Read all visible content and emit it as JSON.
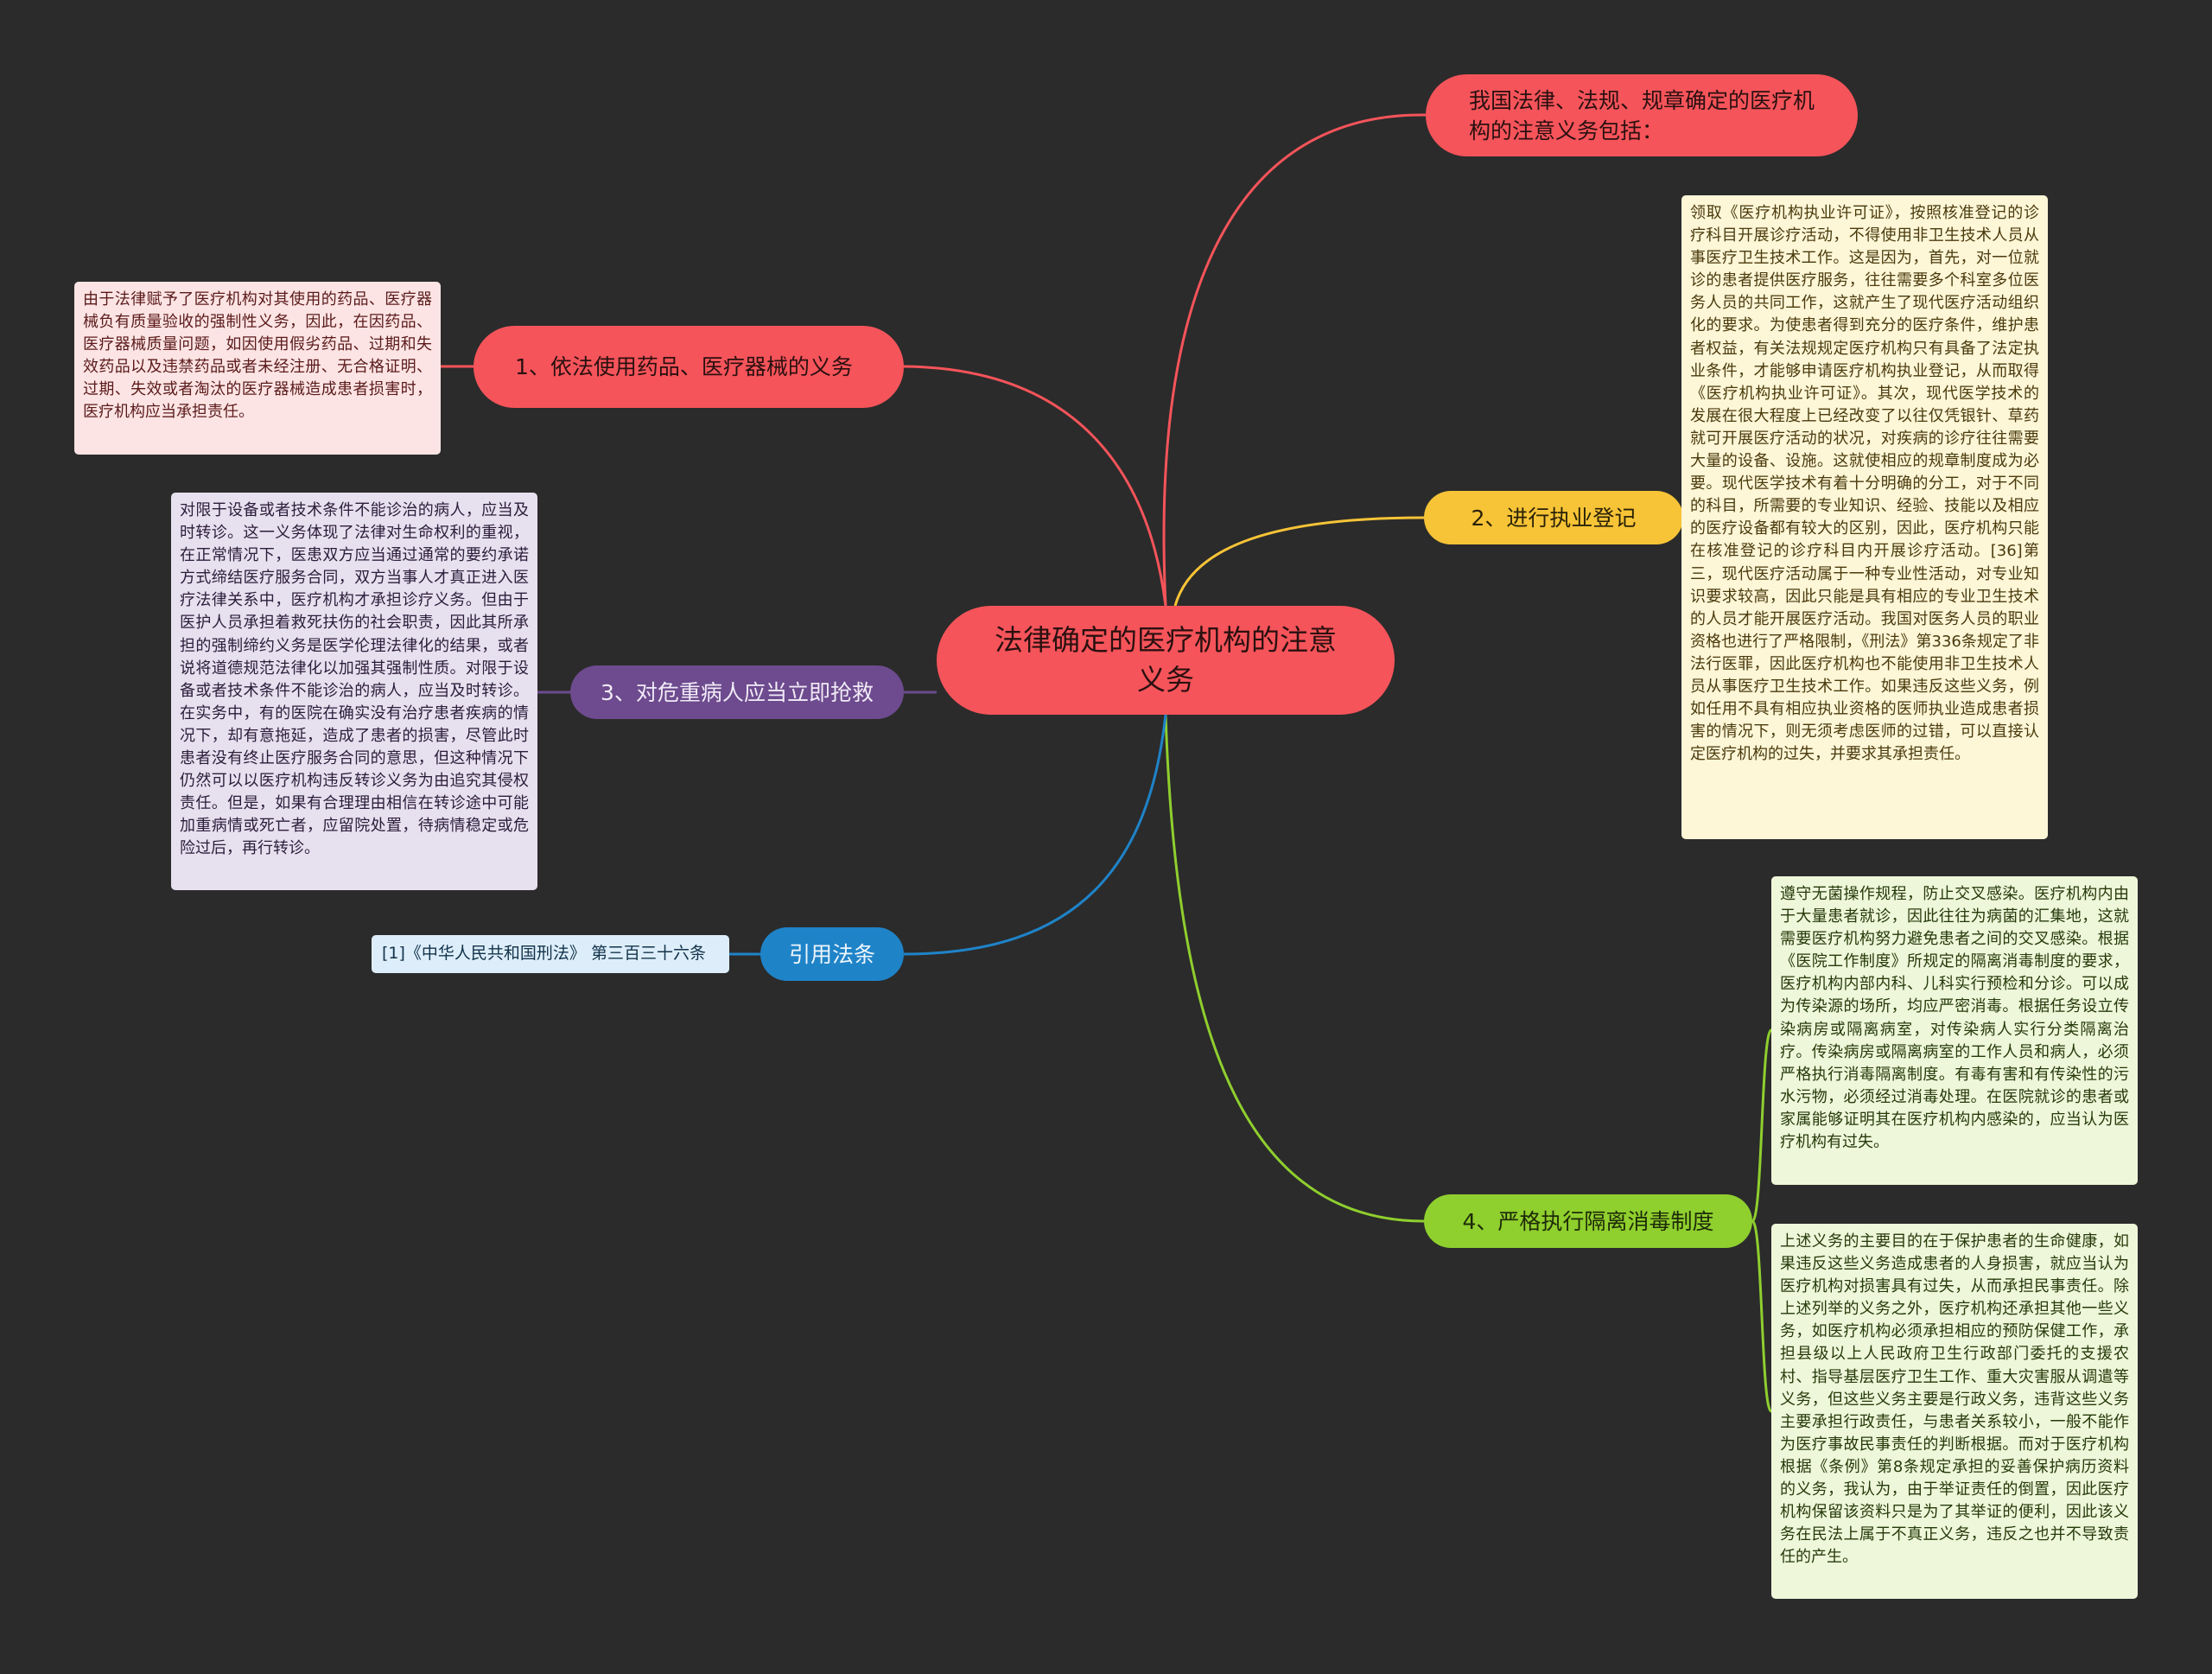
{
  "center": {
    "label": "法律确定的医疗机构的注意义务"
  },
  "title_node": {
    "label": "我国法律、法规、规章确定的医疗机构的注意义务包括："
  },
  "branches": {
    "b1": {
      "label": "1、依法使用药品、医疗器械的义务",
      "color": "#f5545a",
      "leaf": "由于法律赋予了医疗机构对其使用的药品、医疗器械负有质量验收的强制性义务，因此，在因药品、医疗器械质量问题，如因使用假劣药品、过期和失效药品以及违禁药品或者未经注册、无合格证明、过期、失效或者淘汰的医疗器械造成患者损害时，医疗机构应当承担责任。"
    },
    "b2": {
      "label": "2、进行执业登记",
      "color": "#f7c437",
      "leaf": "领取《医疗机构执业许可证》，按照核准登记的诊疗科目开展诊疗活动，不得使用非卫生技术人员从事医疗卫生技术工作。这是因为，首先，对一位就诊的患者提供医疗服务，往往需要多个科室多位医务人员的共同工作，这就产生了现代医疗活动组织化的要求。为使患者得到充分的医疗条件，维护患者权益，有关法规规定医疗机构只有具备了法定执业条件，才能够申请医疗机构执业登记，从而取得《医疗机构执业许可证》。其次，现代医学技术的发展在很大程度上已经改变了以往仅凭银针、草药就可开展医疗活动的状况，对疾病的诊疗往往需要大量的设备、设施。这就使相应的规章制度成为必要。现代医学技术有着十分明确的分工，对于不同的科目，所需要的专业知识、经验、技能以及相应的医疗设备都有较大的区别，因此，医疗机构只能在核准登记的诊疗科目内开展诊疗活动。[36]第三，现代医疗活动属于一种专业性活动，对专业知识要求较高，因此只能是具有相应的专业卫生技术的人员才能开展医疗活动。我国对医务人员的职业资格也进行了严格限制，《刑法》第336条规定了非法行医罪，因此医疗机构也不能使用非卫生技术人员从事医疗卫生技术工作。如果违反这些义务，例如任用不具有相应执业资格的医师执业造成患者损害的情况下，则无须考虑医师的过错，可以直接认定医疗机构的过失，并要求其承担责任。"
    },
    "b3": {
      "label": "3、对危重病人应当立即抢救",
      "color": "#6d4b8e",
      "leaf": "对限于设备或者技术条件不能诊治的病人，应当及时转诊。这一义务体现了法律对生命权利的重视，在正常情况下，医患双方应当通过通常的要约承诺方式缔结医疗服务合同，双方当事人才真正进入医疗法律关系中，医疗机构才承担诊疗义务。但由于医护人员承担着救死扶伤的社会职责，因此其所承担的强制缔约义务是医学伦理法律化的结果，或者说将道德规范法律化以加强其强制性质。对限于设备或者技术条件不能诊治的病人，应当及时转诊。在实务中，有的医院在确实没有治疗患者疾病的情况下，却有意拖延，造成了患者的损害，尽管此时患者没有终止医疗服务合同的意思，但这种情况下仍然可以以医疗机构违反转诊义务为由追究其侵权责任。但是，如果有合理理由相信在转诊途中可能加重病情或死亡者，应留院处置，待病情稳定或危险过后，再行转诊。"
    },
    "b4": {
      "label": "4、严格执行隔离消毒制度",
      "color": "#8fcf2e",
      "leaf_a": "遵守无菌操作规程，防止交叉感染。医疗机构内由于大量患者就诊，因此往往为病菌的汇集地，这就需要医疗机构努力避免患者之间的交叉感染。根据《医院工作制度》所规定的隔离消毒制度的要求，医疗机构内部内科、儿科实行预检和分诊。可以成为传染源的场所，均应严密消毒。根据任务设立传染病房或隔离病室，对传染病人实行分类隔离治疗。传染病房或隔离病室的工作人员和病人，必须严格执行消毒隔离制度。有毒有害和有传染性的污水污物，必须经过消毒处理。在医院就诊的患者或家属能够证明其在医疗机构内感染的，应当认为医疗机构有过失。",
      "leaf_b": "上述义务的主要目的在于保护患者的生命健康，如果违反这些义务造成患者的人身损害，就应当认为医疗机构对损害具有过失，从而承担民事责任。除上述列举的义务之外，医疗机构还承担其他一些义务，如医疗机构必须承担相应的预防保健工作，承担县级以上人民政府卫生行政部门委托的支援农村、指导基层医疗卫生工作、重大灾害服从调遣等义务，但这些义务主要是行政义务，违背这些义务主要承担行政责任，与患者关系较小，一般不能作为医疗事故民事责任的判断根据。而对于医疗机构根据《条例》第8条规定承担的妥善保护病历资料的义务，我认为，由于举证责任的倒置，因此医疗机构保留该资料只是为了其举证的便利，因此该义务在民法上属于不真正义务，违反之也并不导致责任的产生。"
    },
    "b5": {
      "label": "引用法条",
      "color": "#1f83c8",
      "leaf": "[1]《中华人民共和国刑法》 第三百三十六条"
    }
  },
  "colors": {
    "background": "#2b2b2b",
    "title_link": "#f5545a"
  }
}
